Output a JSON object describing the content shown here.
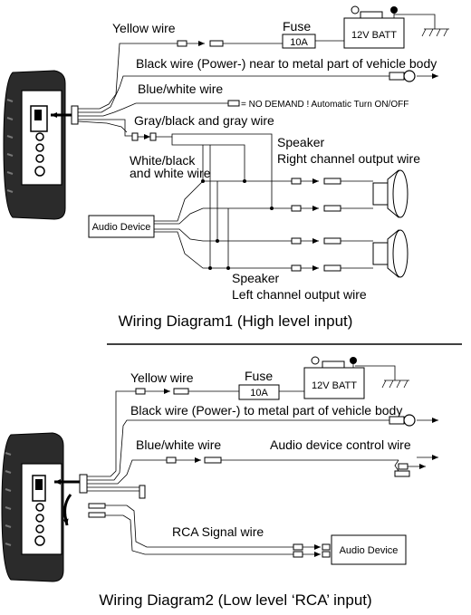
{
  "diagram1": {
    "yellow_wire": "Yellow wire",
    "fuse_label": "Fuse",
    "fuse_value": "10A",
    "battery": "12V BATT",
    "black_wire": "Black wire  (Power-)  near to metal part of vehicle body",
    "blue_white_wire": "Blue/white wire",
    "no_demand": "= NO DEMAND ! Automatic Turn ON/OFF",
    "gray_wire": "Gray/black and gray wire",
    "speaker_right_1": "Speaker",
    "speaker_right_2": "Right channel output wire",
    "white_wire_1": "White/black",
    "white_wire_2": "and white wire",
    "audio_device": "Audio Device",
    "speaker_left_1": "Speaker",
    "speaker_left_2": "Left channel output wire",
    "caption": "Wiring Diagram1 (High level input)"
  },
  "diagram2": {
    "yellow_wire": "Yellow wire",
    "fuse_label": "Fuse",
    "fuse_value": "10A",
    "battery": "12V BATT",
    "black_wire": "Black wire  (Power-)  to metal part of vehicle body",
    "blue_white_wire": "Blue/white wire",
    "control_wire": "Audio device control wire",
    "rca_wire": "RCA Signal wire",
    "audio_device": "Audio Device",
    "caption": "Wiring Diagram2 (Low level ‘RCA’ input)"
  }
}
